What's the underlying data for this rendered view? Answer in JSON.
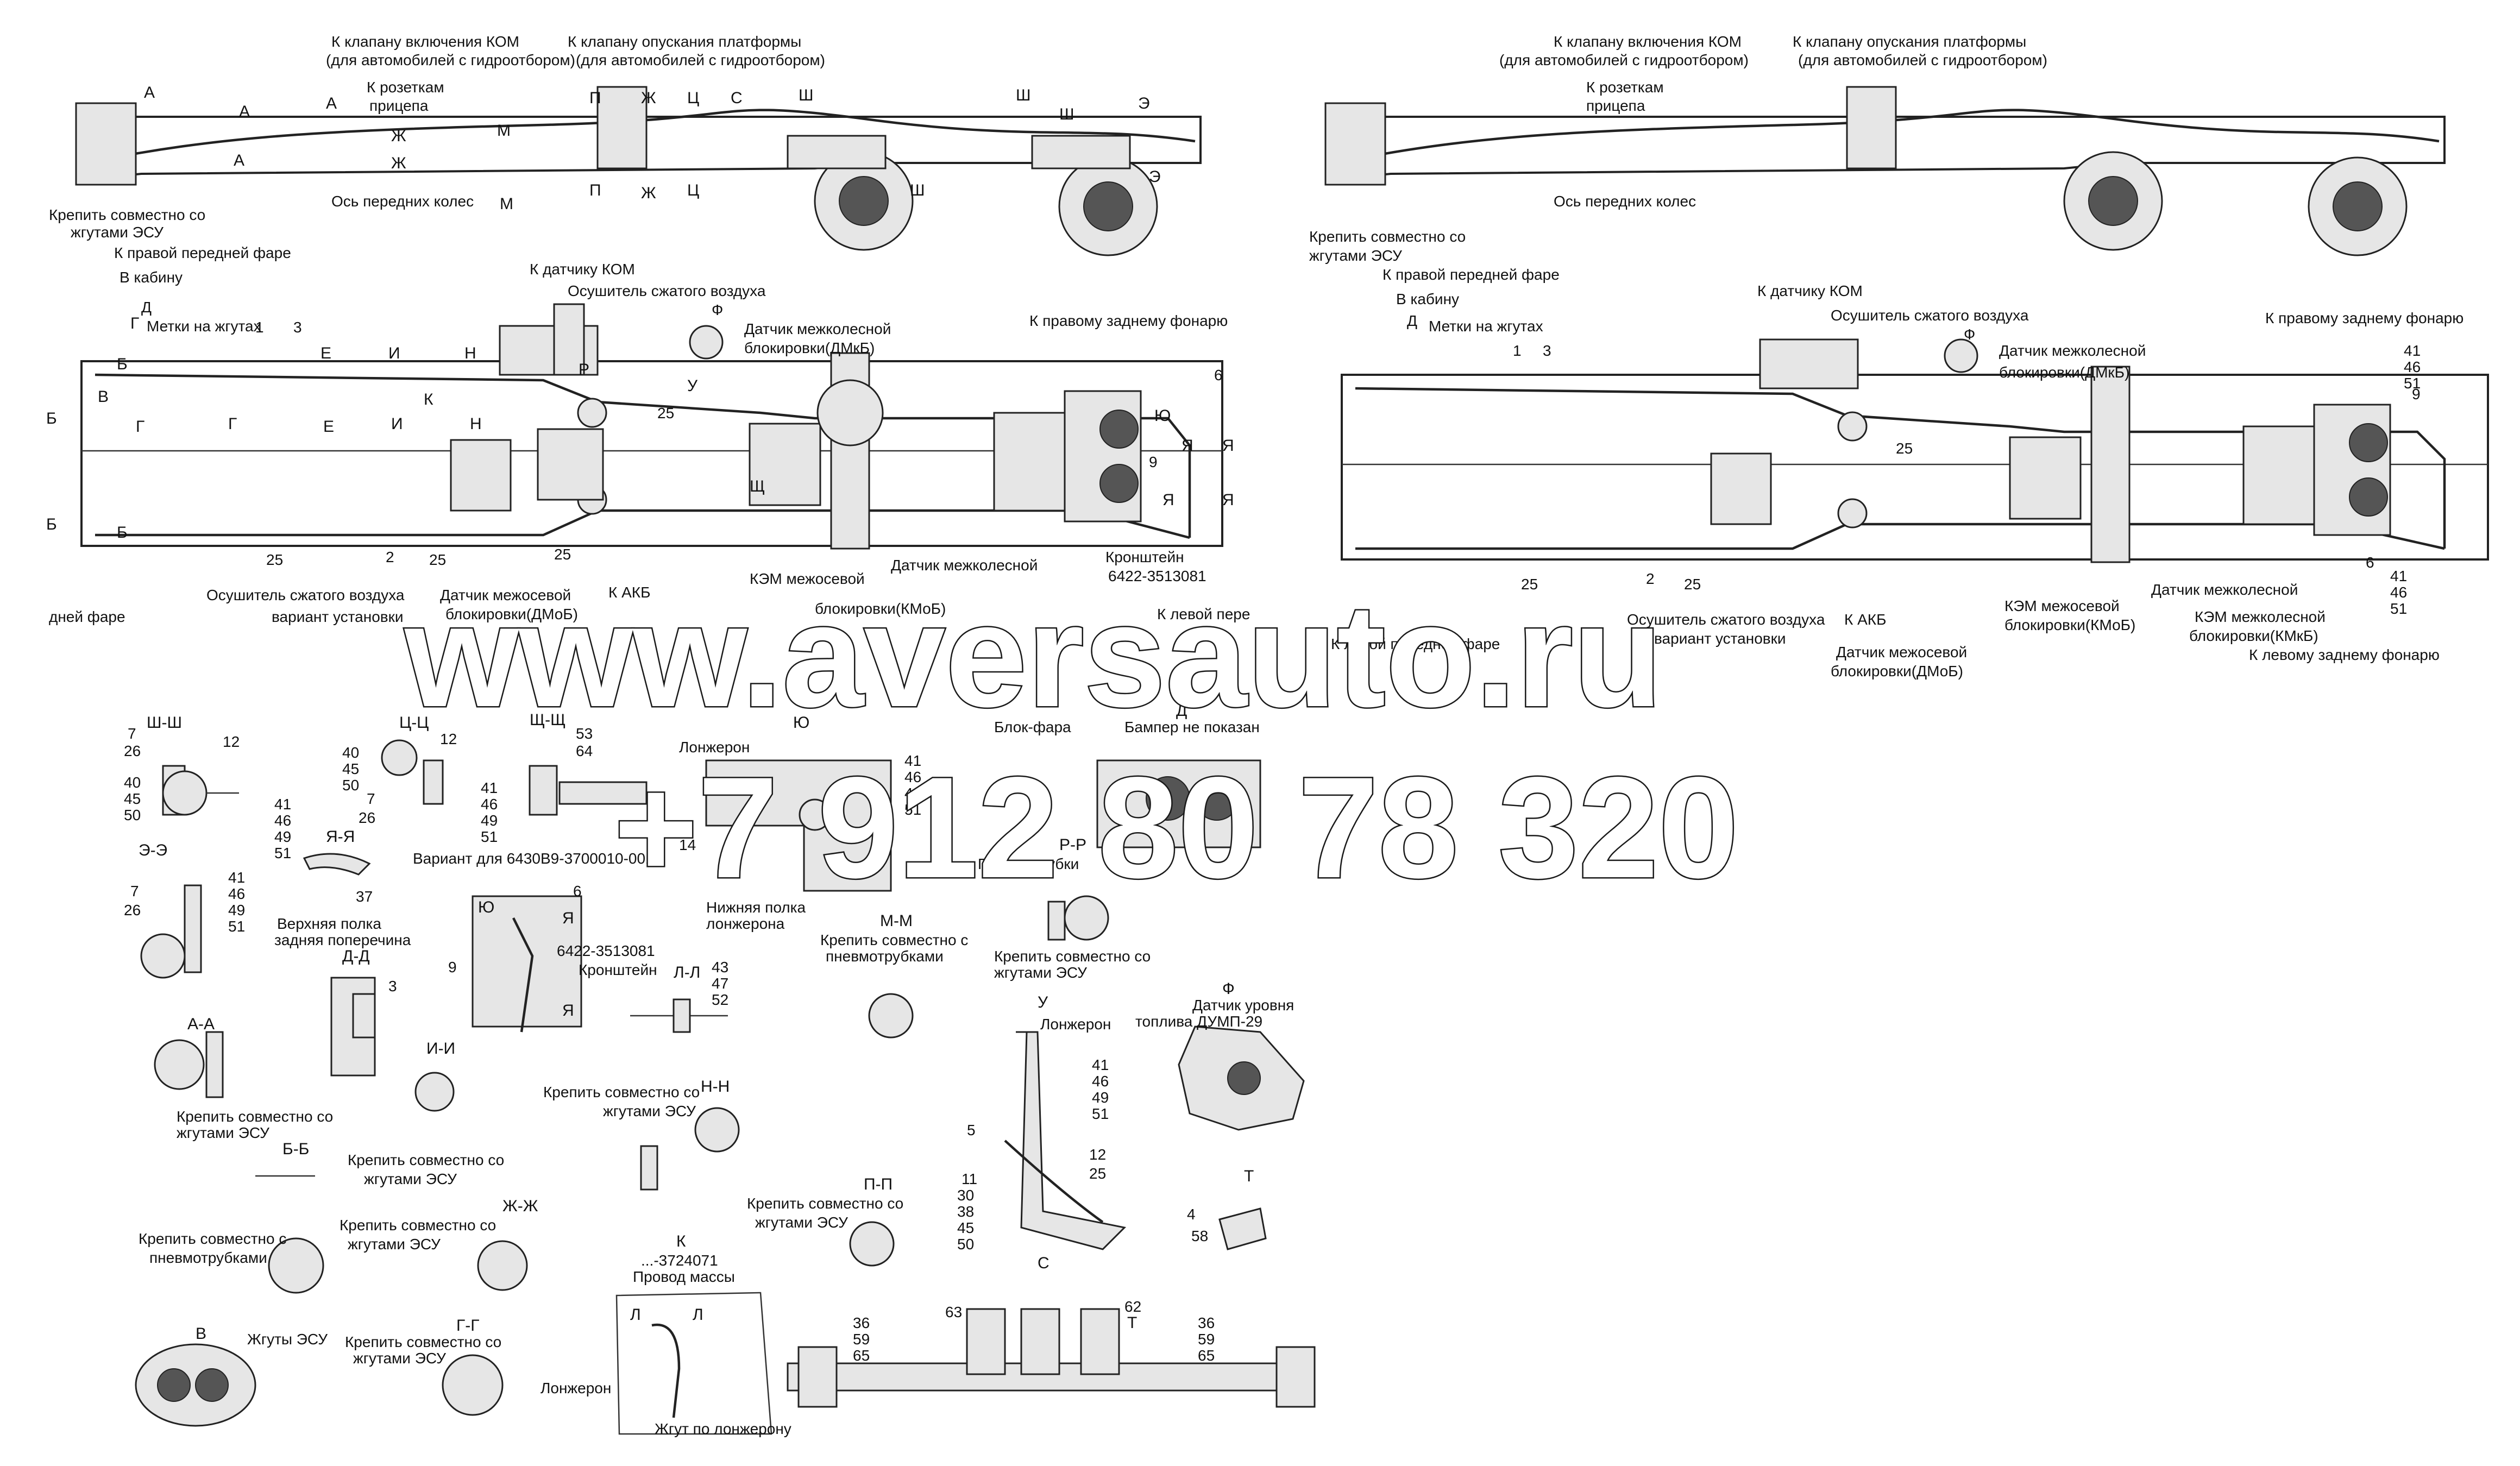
{
  "watermark": {
    "site": "www.aversauto.ru",
    "phone": "+7 912 80 78 320"
  },
  "top_views": {
    "callouts": [
      "К клапану включения КОМ",
      "(для автомобилей с гидроотбором)",
      "К клапану опускания платформы",
      "(для автомобилей с гидроотбором)",
      "К розеткам",
      "прицепа",
      "Ось передних колес"
    ],
    "section_marks": [
      "А",
      "А",
      "А",
      "А",
      "Ж",
      "Ж",
      "М",
      "М",
      "П",
      "П",
      "Ж",
      "Ж",
      "С",
      "Ц",
      "Ц",
      "Ш",
      "Ш",
      "Ш",
      "Ш",
      "Э",
      "Э"
    ]
  },
  "plan_left": {
    "callouts": [
      "Крепить совместно со",
      "жгутами ЭСУ",
      "К правой передней фаре",
      "В кабину",
      "Д",
      "Метки на жгутах",
      "К датчику КОМ",
      "Осушитель сжатого воздуха",
      "Ф",
      "Датчик межколесной",
      "блокировки(ДМкБ)",
      "К правому заднему фонарю",
      "6",
      "9",
      "Кронштейн",
      "6422-3513081",
      "Датчик межколесной",
      "КЭМ межосевой",
      "блокировки(КМоБ)",
      "Датчик межосевой",
      "блокировки(ДМоБ)",
      "Осушитель сжатого воздуха",
      "вариант установки",
      "К АКБ",
      "К левой пере",
      "дней фаре"
    ],
    "numbers": [
      "1",
      "3",
      "2",
      "25",
      "25",
      "25",
      "25"
    ],
    "marks": [
      "Б",
      "Б",
      "Б",
      "Б",
      "В",
      "Г",
      "Г",
      "Г",
      "Е",
      "Е",
      "И",
      "И",
      "К",
      "Н",
      "Н",
      "Р",
      "У",
      "Щ",
      "Ю",
      "Я",
      "Я",
      "Я",
      "Я"
    ]
  },
  "plan_right": {
    "callouts": [
      "Крепить совместно со",
      "жгутами ЭСУ",
      "К правой передней фаре",
      "В кабину",
      "Д",
      "Метки на жгутах",
      "К датчику КОМ",
      "Осушитель сжатого воздуха",
      "Ф",
      "Датчик межколесной",
      "блокировки(ДМкБ)",
      "К правому заднему фонарю",
      "Датчик межколесной",
      "КЭМ межколесной",
      "блокировки(КМкБ)",
      "К левому заднему фонарю",
      "КЭМ межосевой",
      "блокировки(КМоБ)",
      "Датчик межосевой",
      "блокировки(ДМоБ)",
      "Осушитель сжатого воздуха",
      "вариант установки",
      "К АКБ",
      "К левой передней фаре"
    ],
    "numbers": [
      "1",
      "3",
      "2",
      "25",
      "25",
      "25",
      "9",
      "6",
      "41",
      "46",
      "51",
      "41",
      "46",
      "51"
    ]
  },
  "details": {
    "sh_sh": {
      "title": "Ш-Ш",
      "refs": [
        "7",
        "26",
        "12",
        "40",
        "45",
        "50",
        "41",
        "46",
        "49",
        "51"
      ]
    },
    "ts_ts": {
      "title": "Ц-Ц",
      "refs": [
        "40",
        "45",
        "50",
        "12",
        "7",
        "26",
        "41",
        "46",
        "49",
        "51"
      ]
    },
    "sch_sch": {
      "title": "Щ-Щ",
      "refs": [
        "53",
        "64"
      ]
    },
    "e_e": {
      "title": "Э-Э",
      "refs": [
        "7",
        "26",
        "41",
        "46",
        "49",
        "51"
      ]
    },
    "ya_ya": {
      "title": "Я-Я",
      "refs": [
        "37"
      ],
      "notes": [
        "Верхняя полка",
        "задняя поперечина"
      ]
    },
    "yu": {
      "title": "Ю",
      "refs": [
        "41",
        "46",
        "49",
        "51",
        "14"
      ],
      "notes": [
        "Лонжерон",
        "Нижняя полка",
        "лонжерона",
        "Вариант для 6430В9-3700010-001"
      ]
    },
    "m_m": {
      "title": "М-М"
    },
    "bracket": {
      "refs": [
        "6",
        "9"
      ],
      "marks": [
        "Ю",
        "Я",
        "Я"
      ],
      "notes": [
        "6422-3513081",
        "Кронштейн"
      ]
    },
    "d_d": {
      "title": "Д-Д",
      "refs": [
        "3"
      ]
    },
    "l_l": {
      "title": "Л-Л",
      "refs": [
        "43",
        "47",
        "52"
      ]
    },
    "blockfara": {
      "title": "Д",
      "notes": [
        "Блок-фара",
        "Бампер не показан"
      ]
    },
    "r_r": {
      "title": "Р-Р",
      "notes": [
        "Пневмотрубки",
        "Крепить совместно со",
        "жгутами ЭСУ"
      ]
    },
    "pneumo": {
      "notes": [
        "Крепить совместно с",
        "пневмотрубками"
      ]
    },
    "a_a": {
      "title": "А-А",
      "notes": [
        "Крепить совместно со",
        "жгутами ЭСУ"
      ]
    },
    "i_i": {
      "title": "И-И",
      "notes": [
        "Крепить совместно со",
        "жгутами ЭСУ"
      ]
    },
    "n_n": {
      "title": "Н-Н",
      "notes": [
        "Крепить совместно со",
        "жгутами ЭСУ"
      ]
    },
    "u": {
      "title": "У",
      "refs": [
        "41",
        "46",
        "49",
        "51",
        "5",
        "12",
        "25",
        "11",
        "30",
        "38",
        "45",
        "50"
      ],
      "notes": [
        "Лонжерон"
      ]
    },
    "f": {
      "title": "Ф",
      "notes": [
        "Датчик уровня",
        "топлива ДУМП-29"
      ]
    },
    "b_b": {
      "title": "Б-Б",
      "notes": [
        "Крепить совместно с",
        "пневмотрубками"
      ]
    },
    "zh_zh": {
      "title": "Ж-Ж",
      "notes": [
        "Крепить совместно со",
        "жгутами ЭСУ"
      ]
    },
    "p_p": {
      "title": "П-П",
      "notes": [
        "Крепить совместно со",
        "жгутами ЭСУ"
      ]
    },
    "k": {
      "title": "К",
      "notes": [
        "...-3724071",
        "Провод массы",
        "Лонжерон",
        "Жгут по лонжерону"
      ],
      "marks": [
        "Л",
        "Л"
      ]
    },
    "t": {
      "title": "Т",
      "refs": [
        "4",
        "58"
      ]
    },
    "v": {
      "title": "В",
      "notes": [
        "Жгуты ЭСУ"
      ]
    },
    "g_g": {
      "title": "Г-Г",
      "notes": [
        "Крепить совместно со",
        "жгутами ЭСУ"
      ]
    },
    "c": {
      "title": "С",
      "refs": [
        "36",
        "59",
        "65",
        "63",
        "62",
        "Т",
        "36",
        "59",
        "65"
      ]
    }
  }
}
